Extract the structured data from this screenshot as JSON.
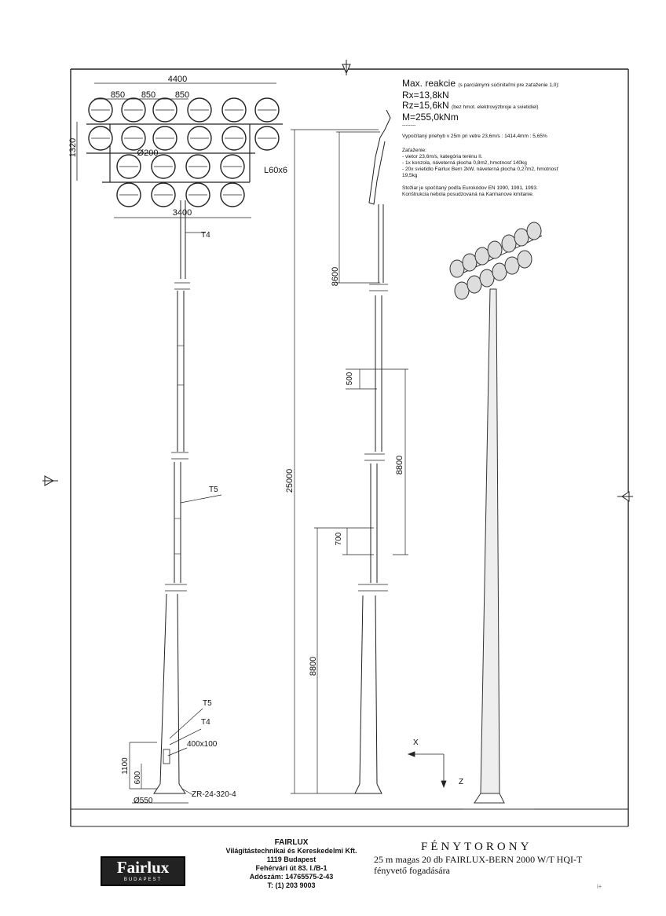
{
  "dims": {
    "width_top": "4400",
    "spacing": [
      "850",
      "850",
      "850"
    ],
    "height_frame": "1320",
    "lamp_dia": "Ø200",
    "width_bottom": "3400",
    "angle": "L60x6",
    "seg_top": "8600",
    "overlap1": "500",
    "seg_mid": "8800",
    "overlap2": "700",
    "seg_bottom": "8800",
    "total": "25000",
    "base_h1": "1100",
    "base_h2": "600",
    "base_dia": "Ø550",
    "door": "400x100"
  },
  "labels": {
    "t4_top": "T4",
    "t5_mid": "T5",
    "t5_low": "T5",
    "t4_low": "T4",
    "anchor": "ZR-24-320-4",
    "axis_x": "X",
    "axis_z": "Z"
  },
  "notes": {
    "reactions_title": "Max. reakcie",
    "reactions_note": "(s parciálnymi súčiniteľmi pre zaťaženie 1,0):",
    "rx": "Rx=13,8kN",
    "rz": "Rz=15,6kN",
    "rz_note": "(bez hmot. elektrovýzbroje a svietidiel)",
    "m": "M=255,0kNm",
    "dots": "--------",
    "deflection": "Vypočítaný priehyb v 25m pri vetre 23,6m/s : 1414,4mm : 5,65%",
    "load_title": "Zaťaženie:",
    "load1": "- vietor 23,6m/s, kategória terénu II.",
    "load2": "- 1x konzola, náveterná plocha 0,8m2, hmotnosť 140kg",
    "load3": "- 20x svietidlo Fairlux Bern 2kW, náveterná plocha 0,27m2, hmotnosť",
    "load3b": "19,5kg",
    "design1": "Stožiar je spočítaný podľa Eurokódov EN 1990, 1991, 1993.",
    "design2": "Konštrukcia nebola posudzovaná na Karmanove kmitanie."
  },
  "footer": {
    "logo_brand": "Fairlux",
    "logo_city": "BUDAPEST",
    "company": "FAIRLUX",
    "company_full": "Világítástechnikai és Kereskedelmi Kft.",
    "zip_city": "1119 Budapest",
    "street": "Fehérvári út 83. I./B-1",
    "tax": "Adószám: 14765575-2-43",
    "tel": "T: (1) 203 9003",
    "title": "FÉNYTORONY",
    "subtitle1": "25 m magas 20 db FAIRLUX-BERN 2000 W/T HQI-T",
    "subtitle2": "fényvető fogadására",
    "page_mark": "i+"
  }
}
